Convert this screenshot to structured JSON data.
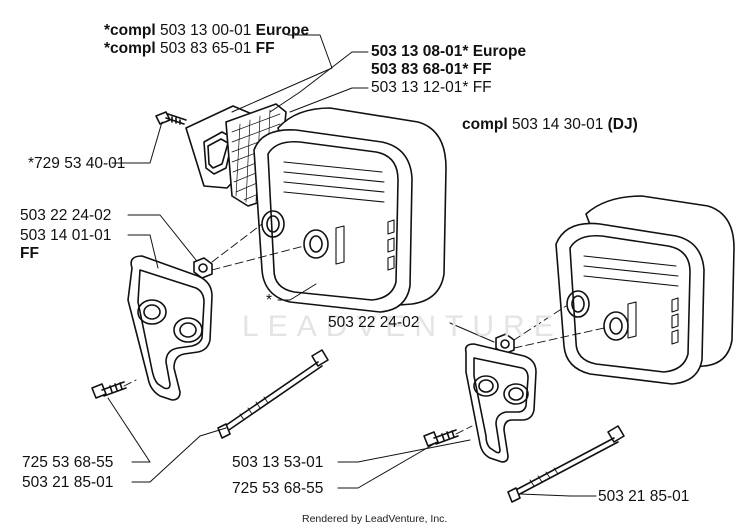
{
  "labels": {
    "compl_europe_kw": "*compl",
    "compl_europe_pn": "503 13 00-01",
    "compl_europe_sfx": "Europe",
    "compl_ff_kw": "*compl",
    "compl_ff_pn": "503 83 65-01",
    "compl_ff_sfx": "FF",
    "screen_europe": "503 13 08-01* Europe",
    "screen_ff": "503 83 68-01* FF",
    "screen_13_12": "503 13 12-01* FF",
    "compl_dj_kw": "compl",
    "compl_dj_pn": "503 14 30-01",
    "compl_dj_sfx": "(DJ)",
    "screw_729": "*729 53 40-01",
    "nut_left": "503 22 24-02",
    "plate_left": "503 14 01-01",
    "plate_left_sfx": "FF",
    "asterisk": "*",
    "nut_right": "503 22 24-02",
    "screw_left": "725 53 68-55",
    "bolt_left": "503 21 85-01",
    "plate_right": "503 13 53-01",
    "screw_right": "725 53 68-55",
    "bolt_right": "503 21 85-01"
  },
  "watermark": "LEADVENTURE",
  "footer": "Rendered by LeadVenture, Inc."
}
